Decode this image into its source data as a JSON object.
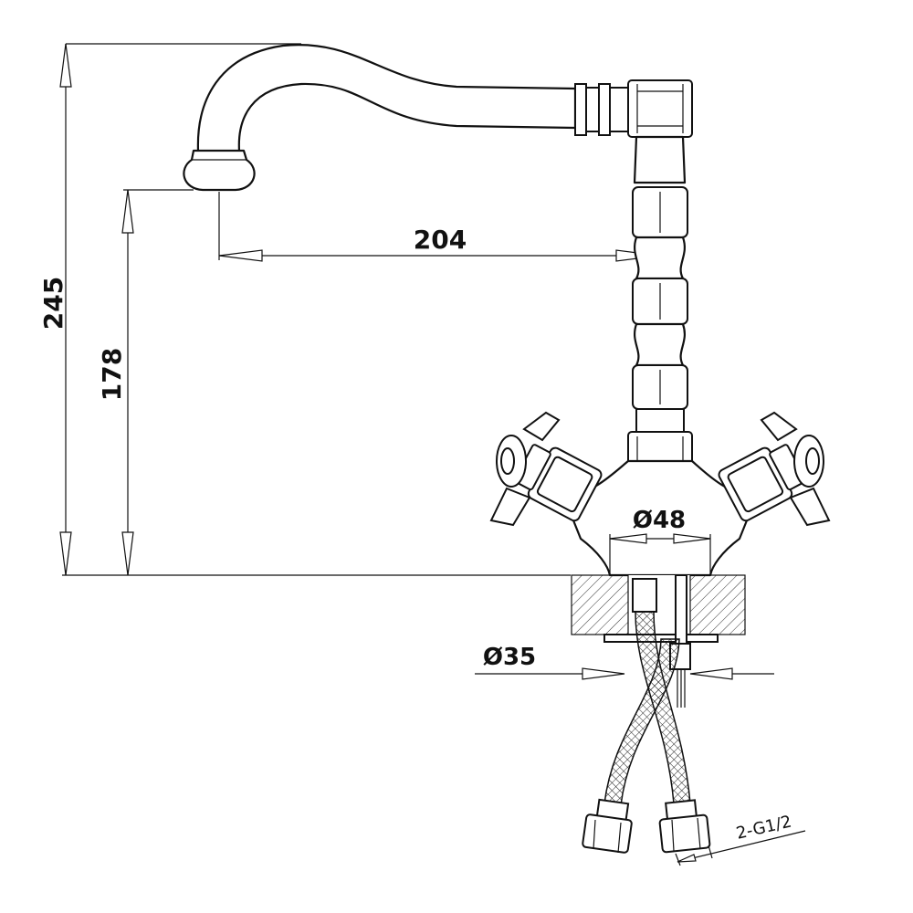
{
  "dimensions": {
    "total_height": "245",
    "spout_height": "178",
    "spout_reach": "204",
    "base_diameter": "Ø48",
    "mount_diameter": "Ø35",
    "hose_thread": "2-G1/2"
  }
}
